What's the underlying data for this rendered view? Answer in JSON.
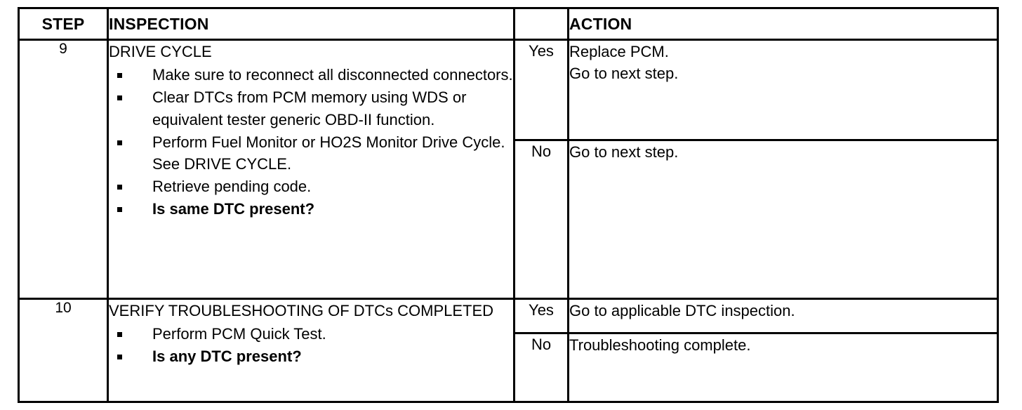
{
  "table": {
    "headers": {
      "step": "STEP",
      "inspection": "INSPECTION",
      "blank": "",
      "action": "ACTION"
    },
    "rows": [
      {
        "step": "9",
        "inspection_title": "DRIVE CYCLE",
        "inspection_bullets": [
          {
            "text": "Make sure to reconnect all disconnected connectors.",
            "bold": false
          },
          {
            "text": "Clear DTCs from PCM memory using WDS or equivalent tester generic OBD-II function.",
            "bold": false
          },
          {
            "text": "Perform Fuel Monitor or HO2S Monitor Drive Cycle.",
            "sub": "See DRIVE CYCLE.",
            "bold": false
          },
          {
            "text": "Retrieve pending code.",
            "bold": false
          },
          {
            "text": "Is same DTC present?",
            "bold": true
          }
        ],
        "branches": [
          {
            "label": "Yes",
            "action": "Replace PCM.\nGo to next step."
          },
          {
            "label": "No",
            "action": "Go to next step."
          }
        ]
      },
      {
        "step": "10",
        "inspection_title": "VERIFY TROUBLESHOOTING OF DTCs COMPLETED",
        "inspection_bullets": [
          {
            "text": "Perform PCM Quick Test.",
            "bold": false
          },
          {
            "text": "Is any DTC present?",
            "bold": true
          }
        ],
        "branches": [
          {
            "label": "Yes",
            "action": "Go to applicable DTC inspection."
          },
          {
            "label": "No",
            "action": "Troubleshooting complete."
          }
        ]
      }
    ]
  },
  "colors": {
    "ink": "#000000",
    "paper": "#ffffff"
  }
}
